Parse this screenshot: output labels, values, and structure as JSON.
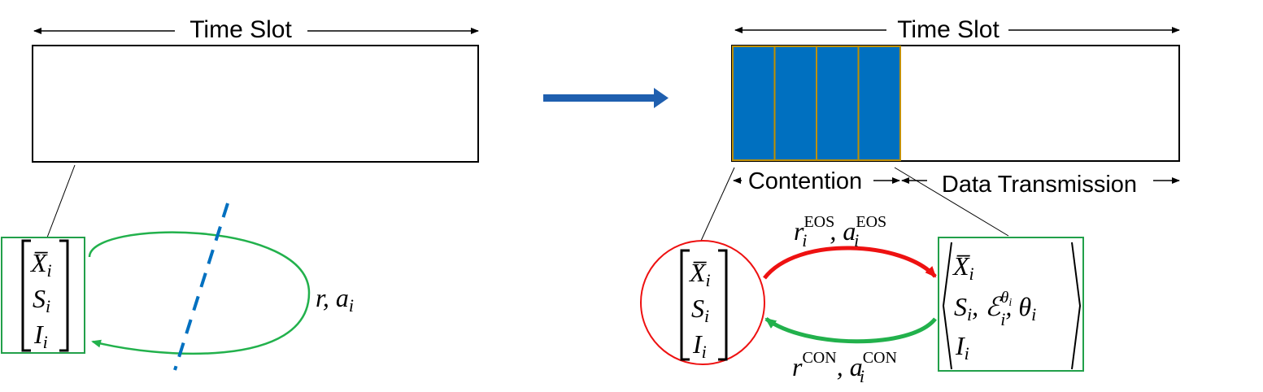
{
  "left": {
    "time_slot_label": "Time Slot",
    "state_vector": [
      "X̅",
      "S",
      "I"
    ],
    "state_subscript": "i",
    "action_label": "r, a",
    "action_subscript": "i"
  },
  "right": {
    "time_slot_label": "Time Slot",
    "contention_label": "Contention",
    "data_transmission_label": "Data Transmission",
    "state_vector": [
      "X̅",
      "S",
      "I"
    ],
    "state_subscript": "i",
    "eos_label": {
      "r": "r",
      "r_sub": "i",
      "r_sup": "EOS",
      "a": "a",
      "a_sub": "i",
      "a_sup": "EOS"
    },
    "con_label": {
      "r": "r",
      "r_sup": "CON",
      "a": "a",
      "a_sub": "i",
      "a_sup": "CON"
    },
    "extended_state": {
      "row1": "X̅",
      "row2_s": "S",
      "row2_eps": "ℰ",
      "row2_eps_sup": "θ",
      "row2_theta": "θ",
      "row3": "I",
      "sub": "i"
    },
    "contention_slot_count": 4
  },
  "colors": {
    "slot_fill": "#0070C0",
    "slot_border": "#BF9000",
    "arrow_blue": "#1F5FAF",
    "green": "#22B14C",
    "red": "#EE1111",
    "box_green": "#22A04A",
    "dashed_blue": "#0070C0"
  }
}
